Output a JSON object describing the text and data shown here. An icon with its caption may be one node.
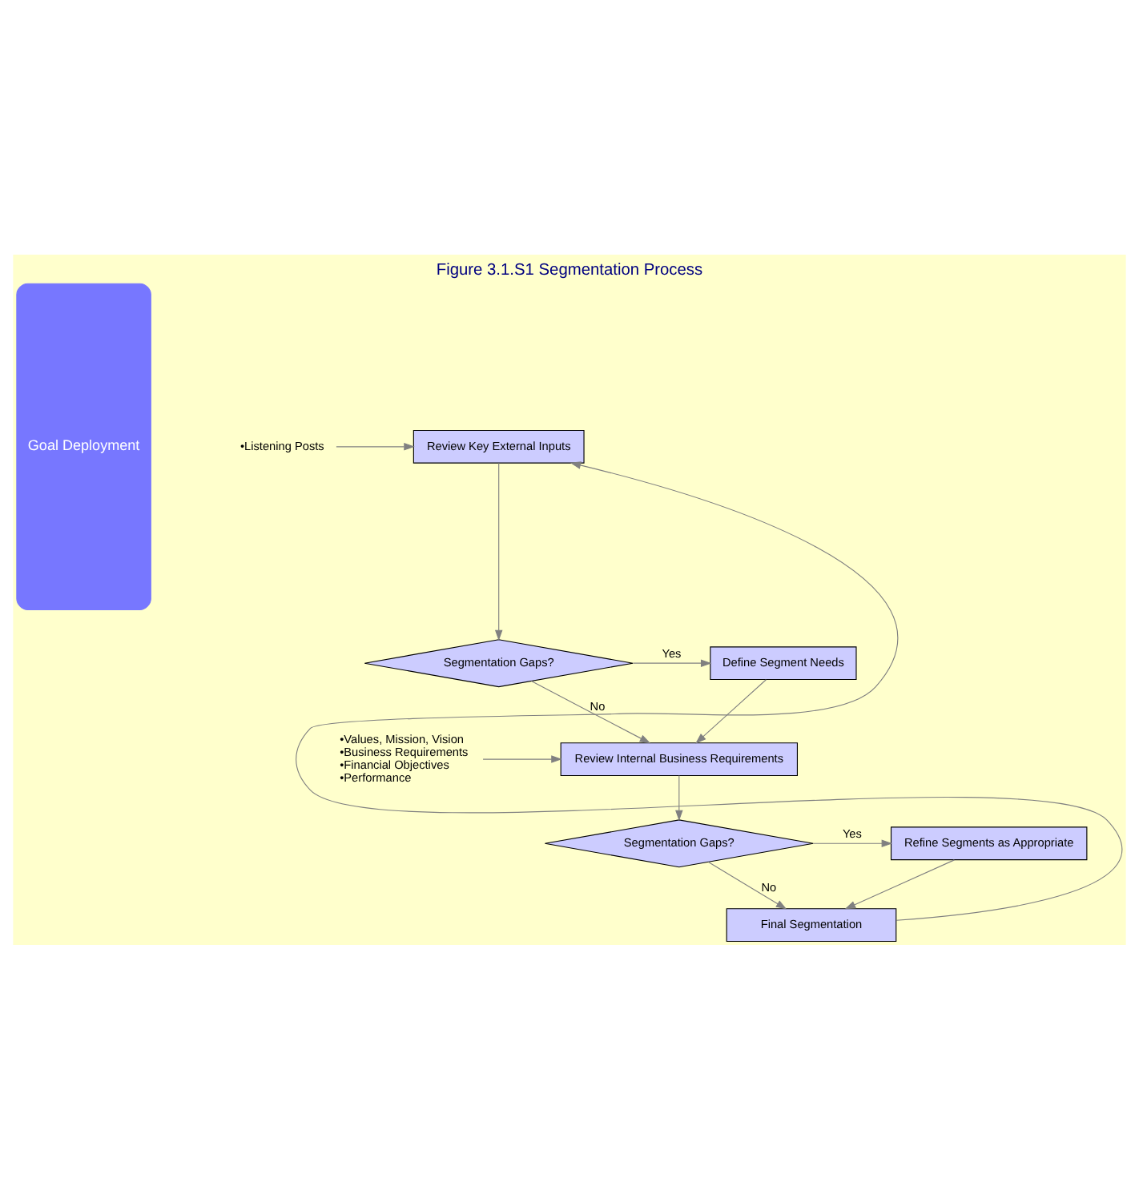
{
  "diagram": {
    "title": "Figure 3.1.S1 Segmentation Process",
    "nodes": [
      {
        "text": [
          "Goal Deployment"
        ]
      },
      {
        "text": [
          "•Listening Posts"
        ]
      },
      {
        "text": [
          "Review Key External Inputs"
        ]
      },
      {
        "text": [
          "Segmentation Gaps?"
        ]
      },
      {
        "text": [
          "Define Segment Needs"
        ]
      },
      {
        "text": [
          "•Values, Mission, Vision",
          "•Business Requirements",
          "•Financial Objectives",
          "•Performance"
        ]
      },
      {
        "text": [
          "Review Internal Business Requirements"
        ]
      },
      {
        "text": [
          "Segmentation Gaps?"
        ]
      },
      {
        "text": [
          "Refine Segments as Appropriate"
        ]
      },
      {
        "text": [
          "Final Segmentation"
        ]
      }
    ],
    "edges": [
      {
        "from": 1,
        "to": 2,
        "arrow": "to"
      },
      {
        "from": 2,
        "to": 3,
        "arrow": "to"
      },
      {
        "from": 3,
        "to": 4,
        "label": "Yes",
        "arrow": "to"
      },
      {
        "from": 3,
        "to": 6,
        "label": "No",
        "arrow": "to"
      },
      {
        "from": 4,
        "to": 6,
        "arrow": "to"
      },
      {
        "from": 5,
        "to": 6,
        "arrow": "to"
      },
      {
        "from": 6,
        "to": 7,
        "arrow": "to"
      },
      {
        "from": 7,
        "to": 8,
        "label": "Yes",
        "arrow": "to"
      },
      {
        "from": 7,
        "to": 9,
        "label": "No",
        "arrow": "to"
      },
      {
        "from": 8,
        "to": 9,
        "arrow": "to"
      },
      {
        "from": 9,
        "to": 2,
        "arrow": "to"
      }
    ]
  }
}
